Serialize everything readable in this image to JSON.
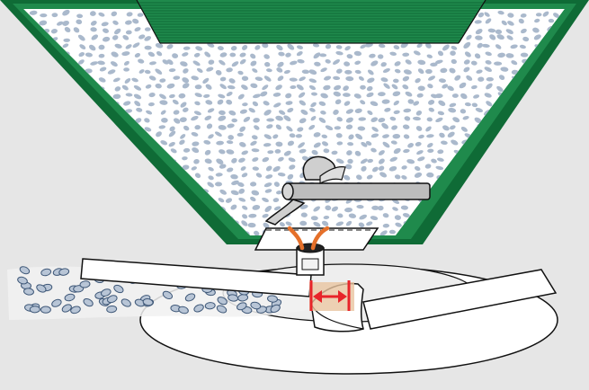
{
  "diagram": {
    "colors": {
      "background": "#e6e6e6",
      "hopper_green": "#1f8a4c",
      "hopper_dark_green": "#0f6b36",
      "hopper_fill": "#ffffff",
      "granule": "#aab9cc",
      "granule_outline": "#3f5878",
      "agitator": "#888888",
      "stream_orange": "#e5702a",
      "measurement_red": "#e8242a",
      "flow_highlight": "#e8c4a0",
      "disc": "#eeeeee",
      "outline": "#111111"
    },
    "icons": [
      "hopper",
      "granules",
      "agitator",
      "outlet-tube",
      "orange-streams",
      "spinning-disc",
      "spreader-vane",
      "flow-gap-arrow"
    ]
  }
}
